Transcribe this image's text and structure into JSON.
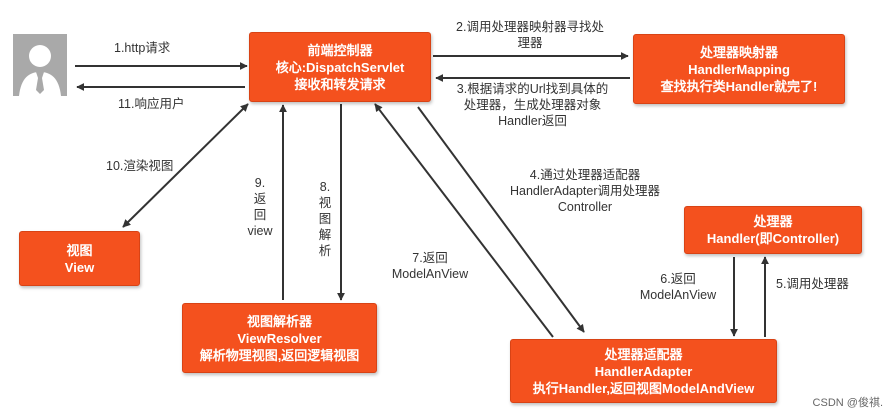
{
  "nodes": {
    "dispatcher": [
      "前端控制器",
      "核心:DispatchServlet",
      "接收和转发请求"
    ],
    "handler_mapping": [
      "处理器映射器",
      "HandlerMapping",
      "查找执行类Handler就完了!"
    ],
    "view": [
      "视图",
      "View"
    ],
    "handler": [
      "处理器",
      "Handler(即Controller)"
    ],
    "view_resolver": [
      "视图解析器",
      "ViewResolver",
      "解析物理视图,返回逻辑视图"
    ],
    "handler_adapter": [
      "处理器适配器",
      "HandlerAdapter",
      "执行Handler,返回视图ModelAndView"
    ]
  },
  "edges": {
    "e1": [
      "1.http请求"
    ],
    "e2": [
      "2.调用处理器映射器寻找处",
      "理器"
    ],
    "e3": [
      "3.根据请求的Url找到具体的",
      "处理器，生成处理器对象",
      "Handler返回"
    ],
    "e4": [
      "4.通过处理器适配器",
      "HandlerAdapter调用处理器",
      "Controller"
    ],
    "e5": [
      "5.调用处理器"
    ],
    "e6": [
      "6.返回",
      "ModelAnView"
    ],
    "e7": [
      "7.返回",
      "ModelAnView"
    ],
    "e8": [
      "8.",
      "视",
      "图",
      "解",
      "析"
    ],
    "e9": [
      "9.",
      "返",
      "回",
      "view"
    ],
    "e10": [
      "10.渲染视图"
    ],
    "e11": [
      "11.响应用户"
    ]
  },
  "icons": {
    "user": "user-avatar-icon"
  },
  "colors": {
    "box_fill": "#f4511e",
    "box_border": "#d84315",
    "box_text": "#ffffff",
    "arrow": "#333333",
    "label": "#333333"
  },
  "watermark": "CSDN @俊祺."
}
